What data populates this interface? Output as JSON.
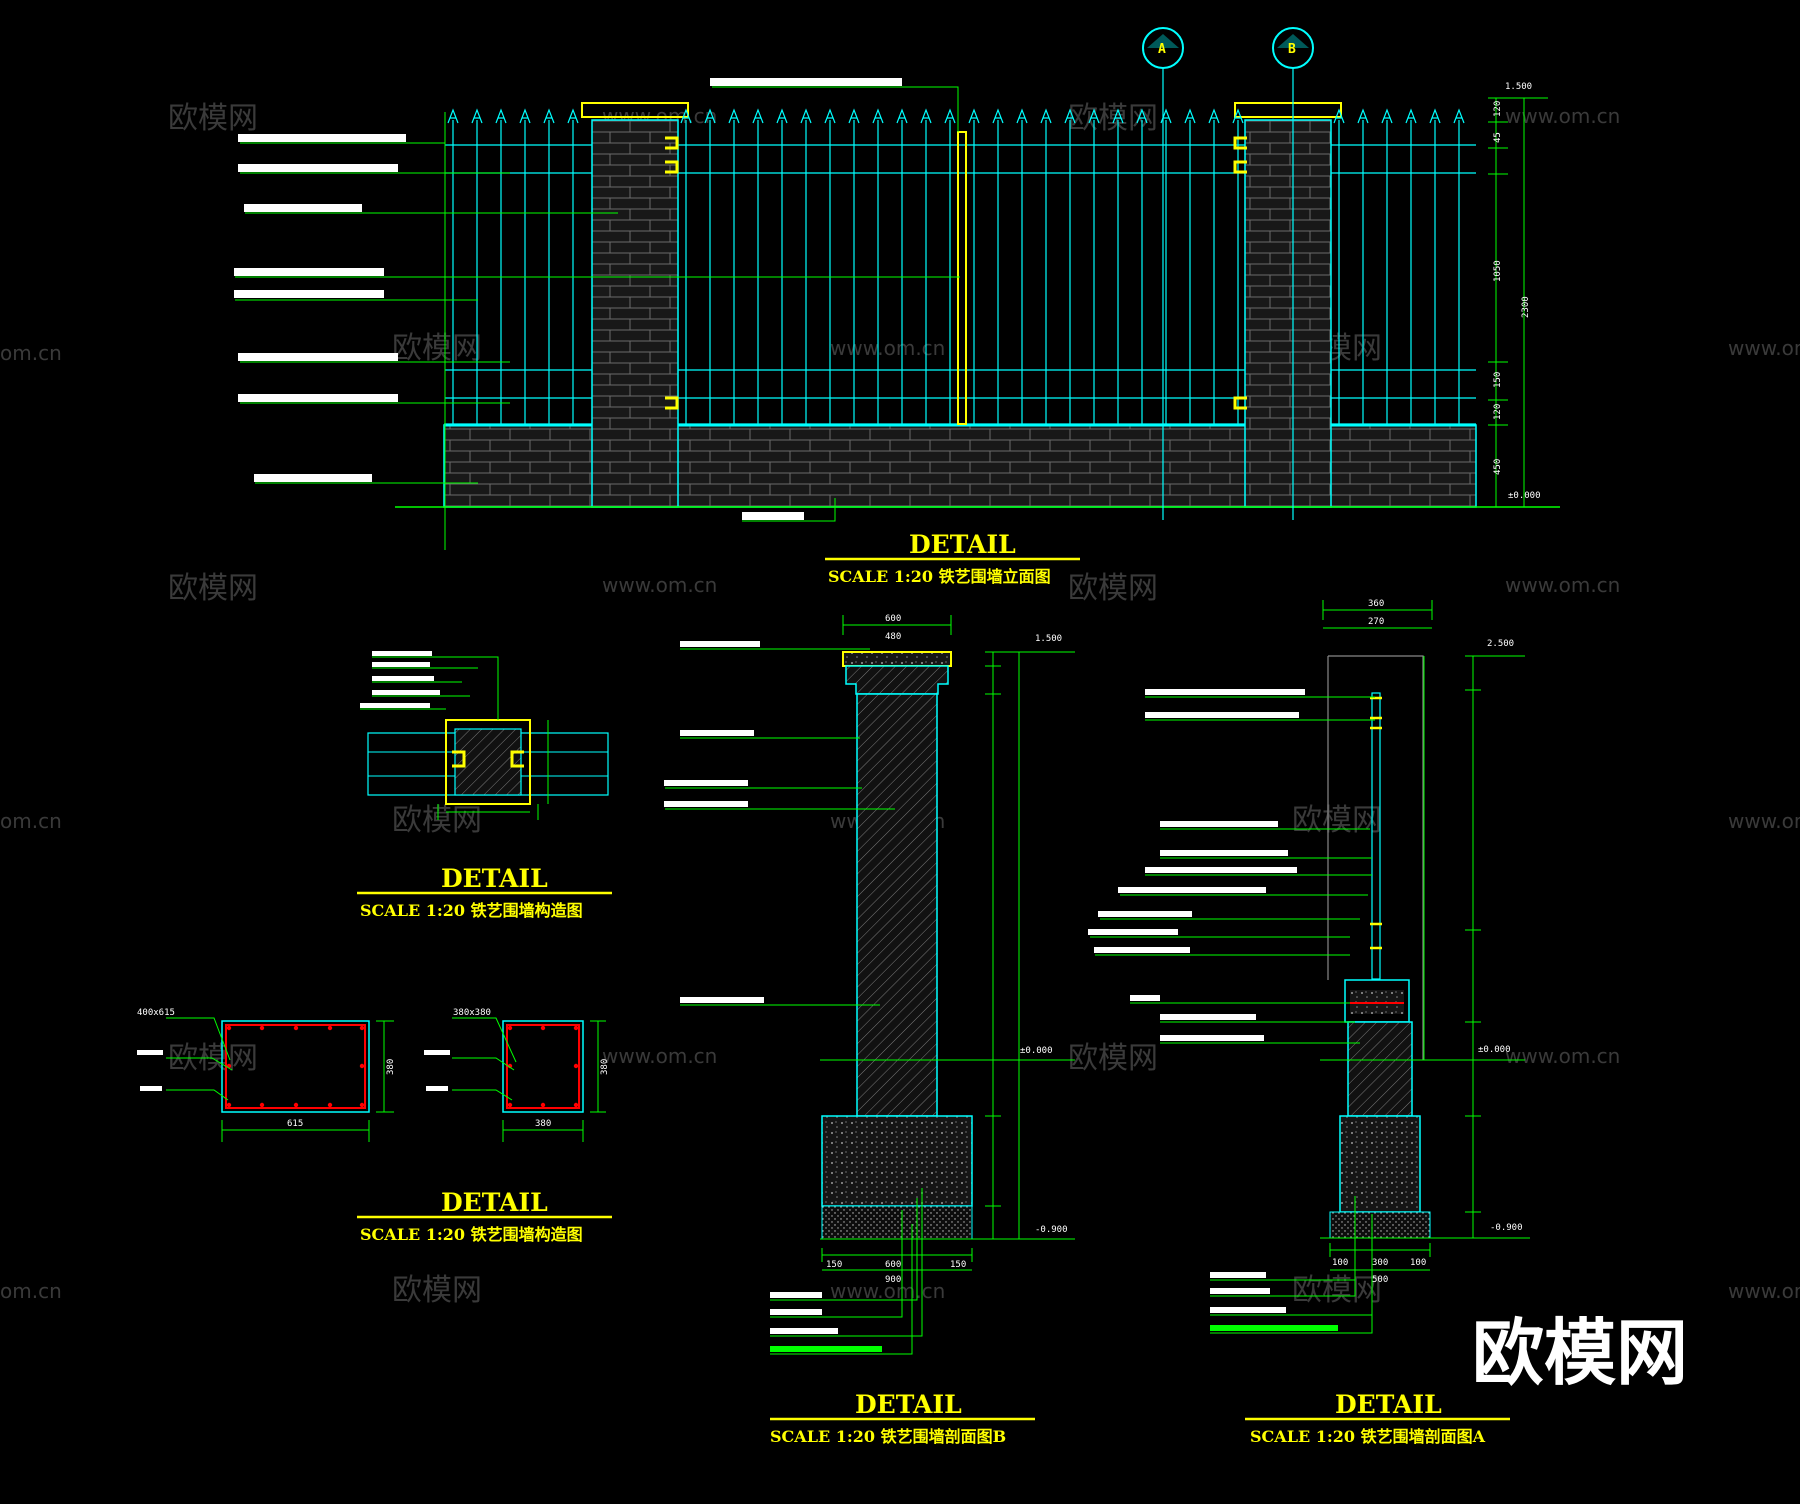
{
  "watermarks": {
    "brand": "欧模网",
    "url": "www.om.cn",
    "url_partial": "om.cn",
    "corner_brand": "欧模网"
  },
  "grid_markers": [
    "A",
    "B"
  ],
  "elevation": {
    "title": "DETAIL",
    "subtitle": "SCALE 1:20  铁艺围墙立面图",
    "levels": [
      "1.500",
      "±0.000"
    ],
    "dims_right": [
      "120",
      "45",
      "1050",
      "150",
      "120",
      "450",
      "2300"
    ]
  },
  "plan_detail": {
    "title": "DETAIL",
    "subtitle": "SCALE 1:20  铁艺围墙构造图"
  },
  "column_detail": {
    "title": "DETAIL",
    "subtitle": "SCALE 1:20  铁艺围墙构造图",
    "left_dims": [
      "400x615",
      "615",
      "380"
    ],
    "right_dims": [
      "380x380",
      "380",
      "380"
    ]
  },
  "section_b": {
    "title": "DETAIL",
    "subtitle": "SCALE 1:20  铁艺围墙剖面图B",
    "top_dims": [
      "600",
      "480"
    ],
    "levels": [
      "1.500",
      "±0.000",
      "-0.900"
    ],
    "bottom_dims": [
      "150",
      "600",
      "150",
      "900"
    ]
  },
  "section_a": {
    "title": "DETAIL",
    "subtitle": "SCALE 1:20  铁艺围墙剖面图A",
    "top_dims": [
      "360",
      "270"
    ],
    "levels": [
      "2.500",
      "±0.000",
      "-0.900"
    ],
    "bottom_dims": [
      "100",
      "300",
      "100",
      "500"
    ]
  },
  "colors": {
    "cyan": "#00ffff",
    "yellow": "#ffff00",
    "green": "#00ff00",
    "white": "#ffffff",
    "red": "#ff0000",
    "brick": "#1c1c1c"
  }
}
